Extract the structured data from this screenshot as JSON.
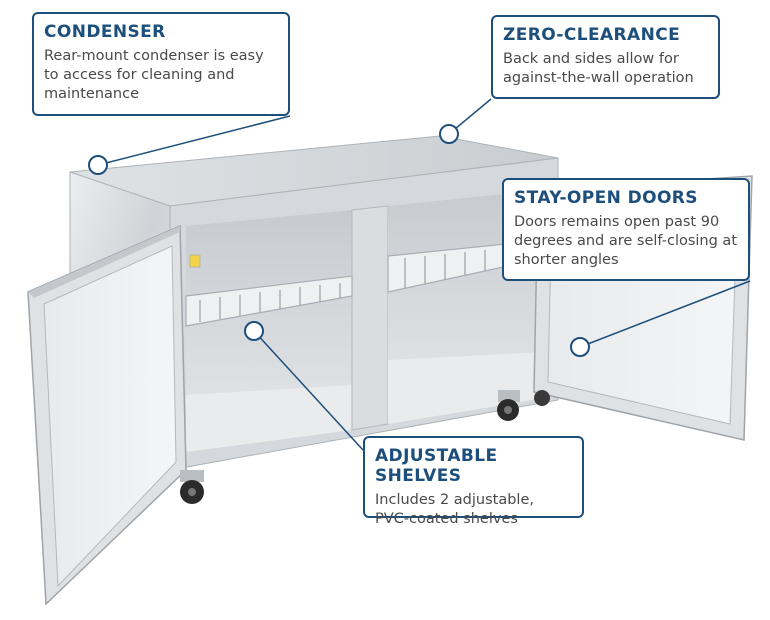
{
  "callouts": {
    "condenser": {
      "title": "CONDENSER",
      "description": "Rear-mount condenser is easy to access for cleaning and maintenance"
    },
    "zero_clearance": {
      "title": "ZERO-CLEARANCE",
      "description": "Back and sides allow for against-the-wall operation"
    },
    "stay_open_doors": {
      "title": "STAY-OPEN DOORS",
      "description": "Doors remains open past 90 degrees and are self-closing at shorter angles"
    },
    "adjustable_shelves": {
      "title": "ADJUSTABLE SHELVES",
      "description": "Includes 2 adjustable, PVC-coated shelves"
    }
  },
  "colors": {
    "accent": "#1d4f7c",
    "stainless": "#d9dcdf",
    "text": "#4a4a4a"
  },
  "image": {
    "subject": "two-door stainless steel undercounter refrigerator with both doors open"
  }
}
